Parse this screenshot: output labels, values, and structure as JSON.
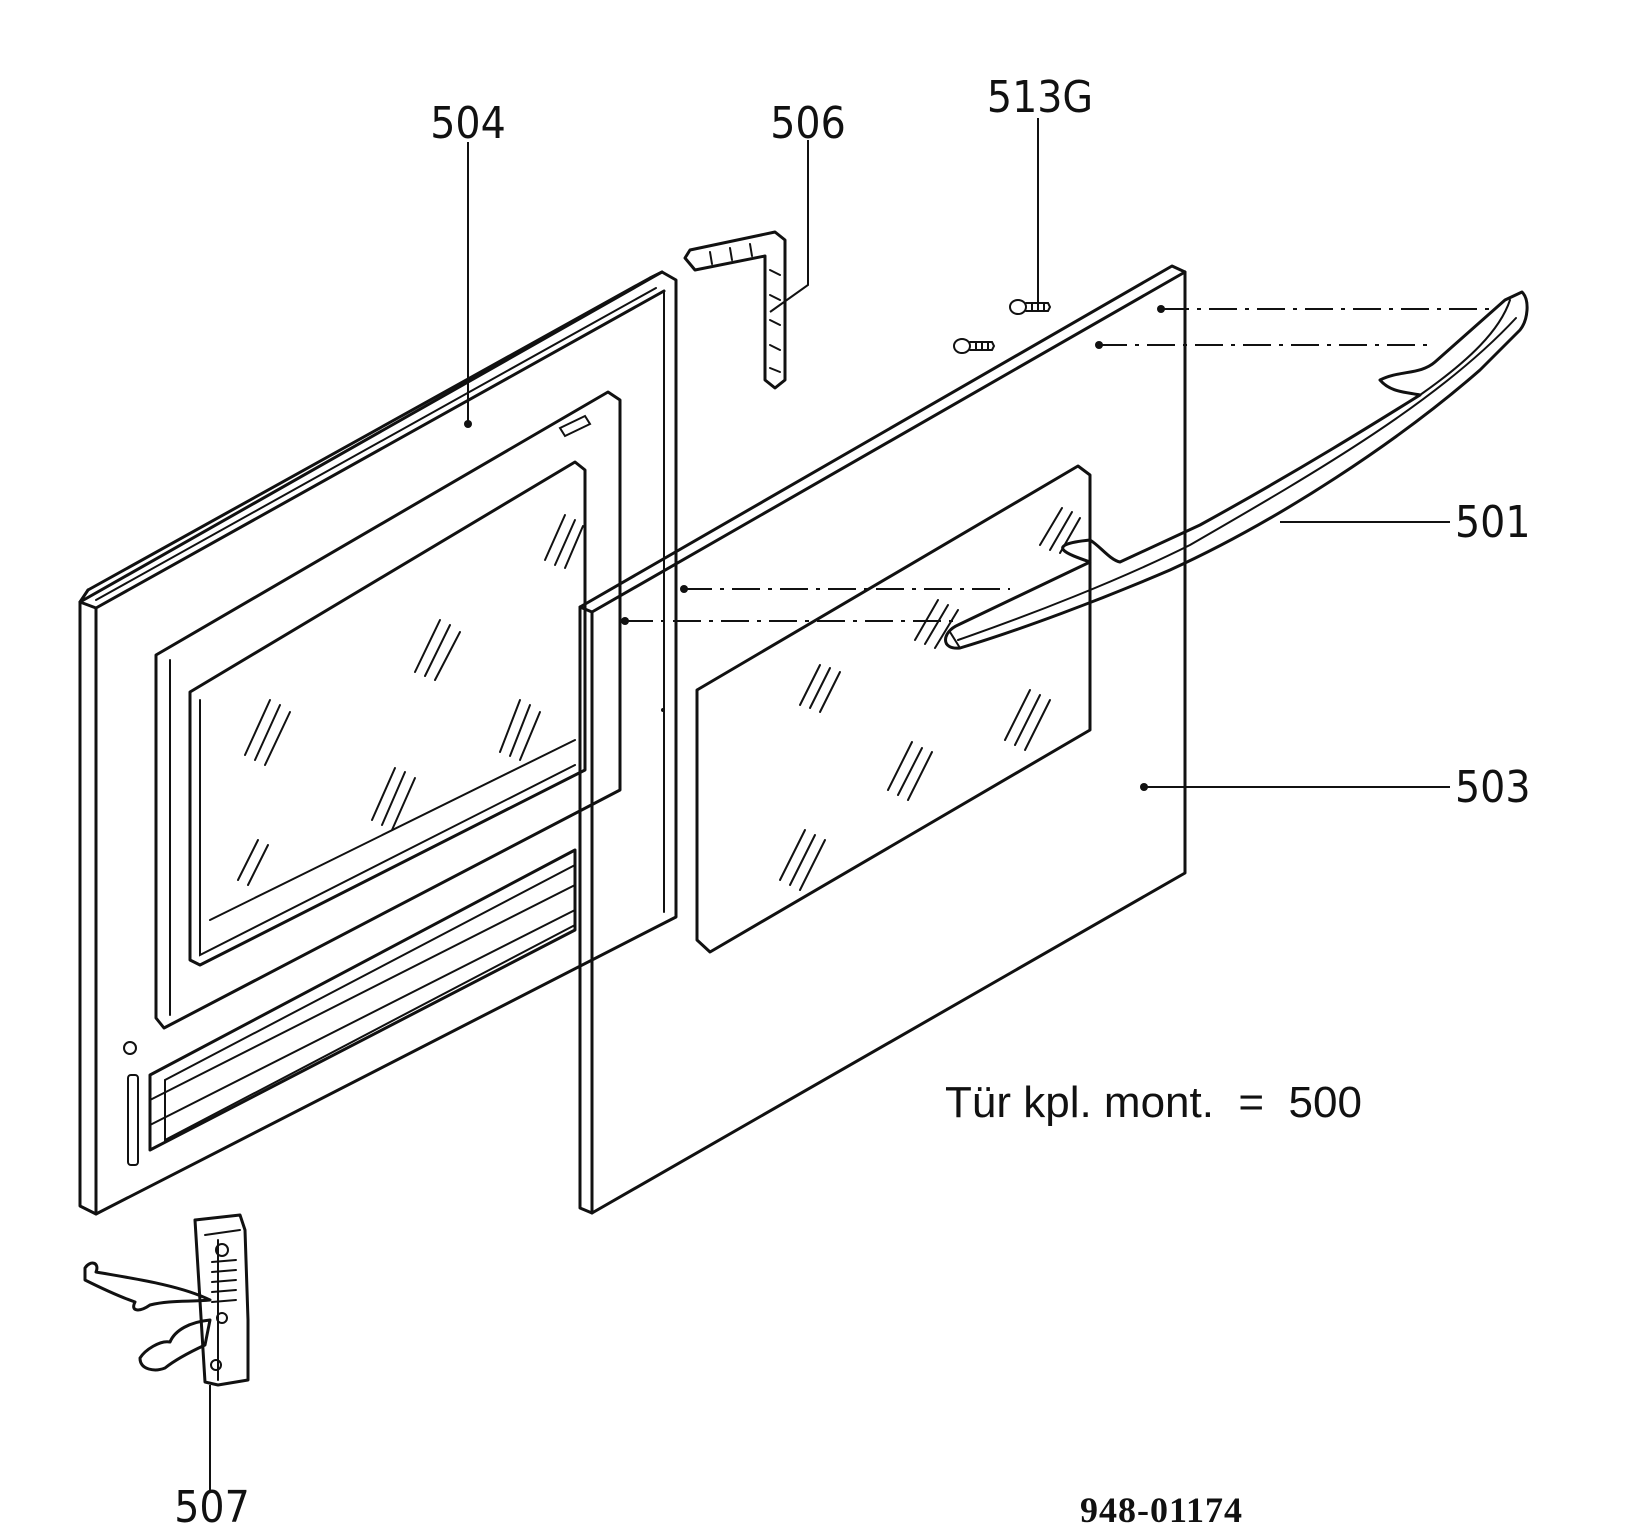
{
  "labels": {
    "p504": "504",
    "p506": "506",
    "p513g": "513G",
    "p501": "501",
    "p503": "503",
    "p507": "507"
  },
  "note": "Tür kpl. mont.  =  500",
  "document_number": "948-01174"
}
